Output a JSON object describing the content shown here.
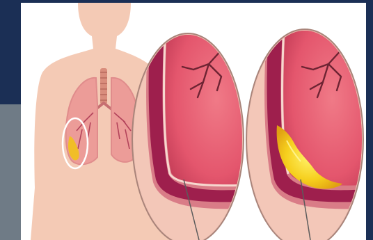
{
  "colors": {
    "frame": "#1b2f55",
    "panel": "#ffffff",
    "skin": "#f4cab5",
    "lung": "#e9a79d",
    "pleura_outer": "#d97c87",
    "pleura_inner": "#9e1f4d",
    "lung_tissue": "#e8667a",
    "effusion": "#f2c21b"
  },
  "icons": [
    "torso-silhouette",
    "trachea",
    "right-lung",
    "left-lung",
    "magnification-circle",
    "normal-pleura-detail",
    "effusion-pleura-detail"
  ]
}
